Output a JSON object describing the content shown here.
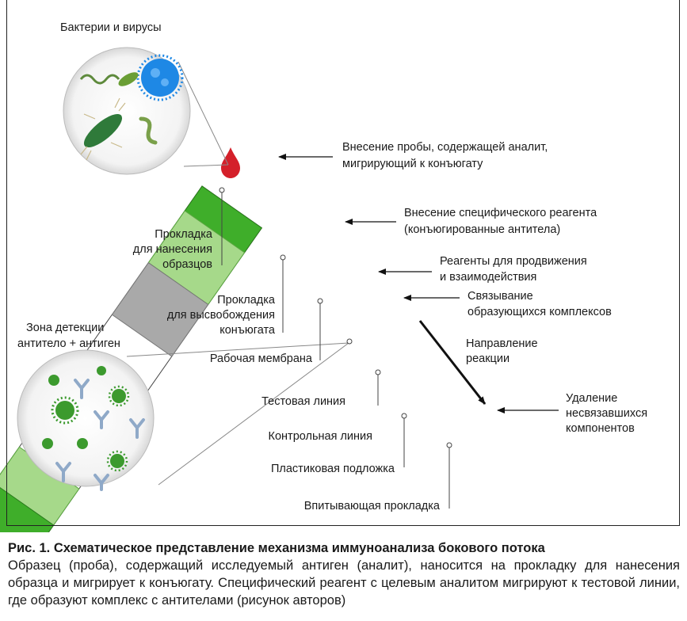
{
  "labels": {
    "bacteria_viruses": "Бактерии и вирусы",
    "sample_application_line1": "Внесение пробы, содержащей аналит,",
    "sample_application_line2": "мигрирующий к конъюгату",
    "specific_reagent_line1": "Внесение специфического реагента",
    "specific_reagent_line2": "(конъюгированные антитела)",
    "reagents_line1": "Реагенты для продвижения",
    "reagents_line2": "и взаимодействия",
    "binding_line1": "Связывание",
    "binding_line2": "образующихся комплексов",
    "direction_line1": "Направление",
    "direction_line2": "реакции",
    "removal_line1": "Удаление",
    "removal_line2": "несвязавшихся",
    "removal_line3": "компонентов",
    "sample_pad_line1": "Прокладка",
    "sample_pad_line2": "для нанесения",
    "sample_pad_line3": "образцов",
    "conjugate_pad_line1": "Прокладка",
    "conjugate_pad_line2": "для высвобождения",
    "conjugate_pad_line3": "конъюгата",
    "detection_zone_line1": "Зона детекции",
    "detection_zone_line2": "антитело + антиген",
    "working_membrane": "Рабочая мембрана",
    "test_line": "Тестовая линия",
    "control_line": "Контрольная линия",
    "plastic_backing": "Пластиковая подложка",
    "absorbent_pad": "Впитывающая прокладка"
  },
  "caption": {
    "title": "Рис. 1. Схематическое представление механизма иммуноанализа бокового потока",
    "body": "Образец (проба), содержащий исследуемый антиген (аналит), наносится на прокладку для нанесения образца и мигрирует к конъюгату. Специфический реагент с целевым аналитом мигрируют к тестовой линии, где образуют комплекс с антителами (рисунок авторов)"
  },
  "colors": {
    "green_dark": "#3fae2a",
    "green_light": "#a6d98a",
    "grey_pad": "#a9a9a9",
    "test_line": "#f4c6c8",
    "control_line": "#c7dcf2",
    "blood_drop": "#d4202a",
    "virus_blue": "#1e88e5",
    "antigen_green": "#3c9a2e",
    "antibody": "#8fa9c8"
  }
}
